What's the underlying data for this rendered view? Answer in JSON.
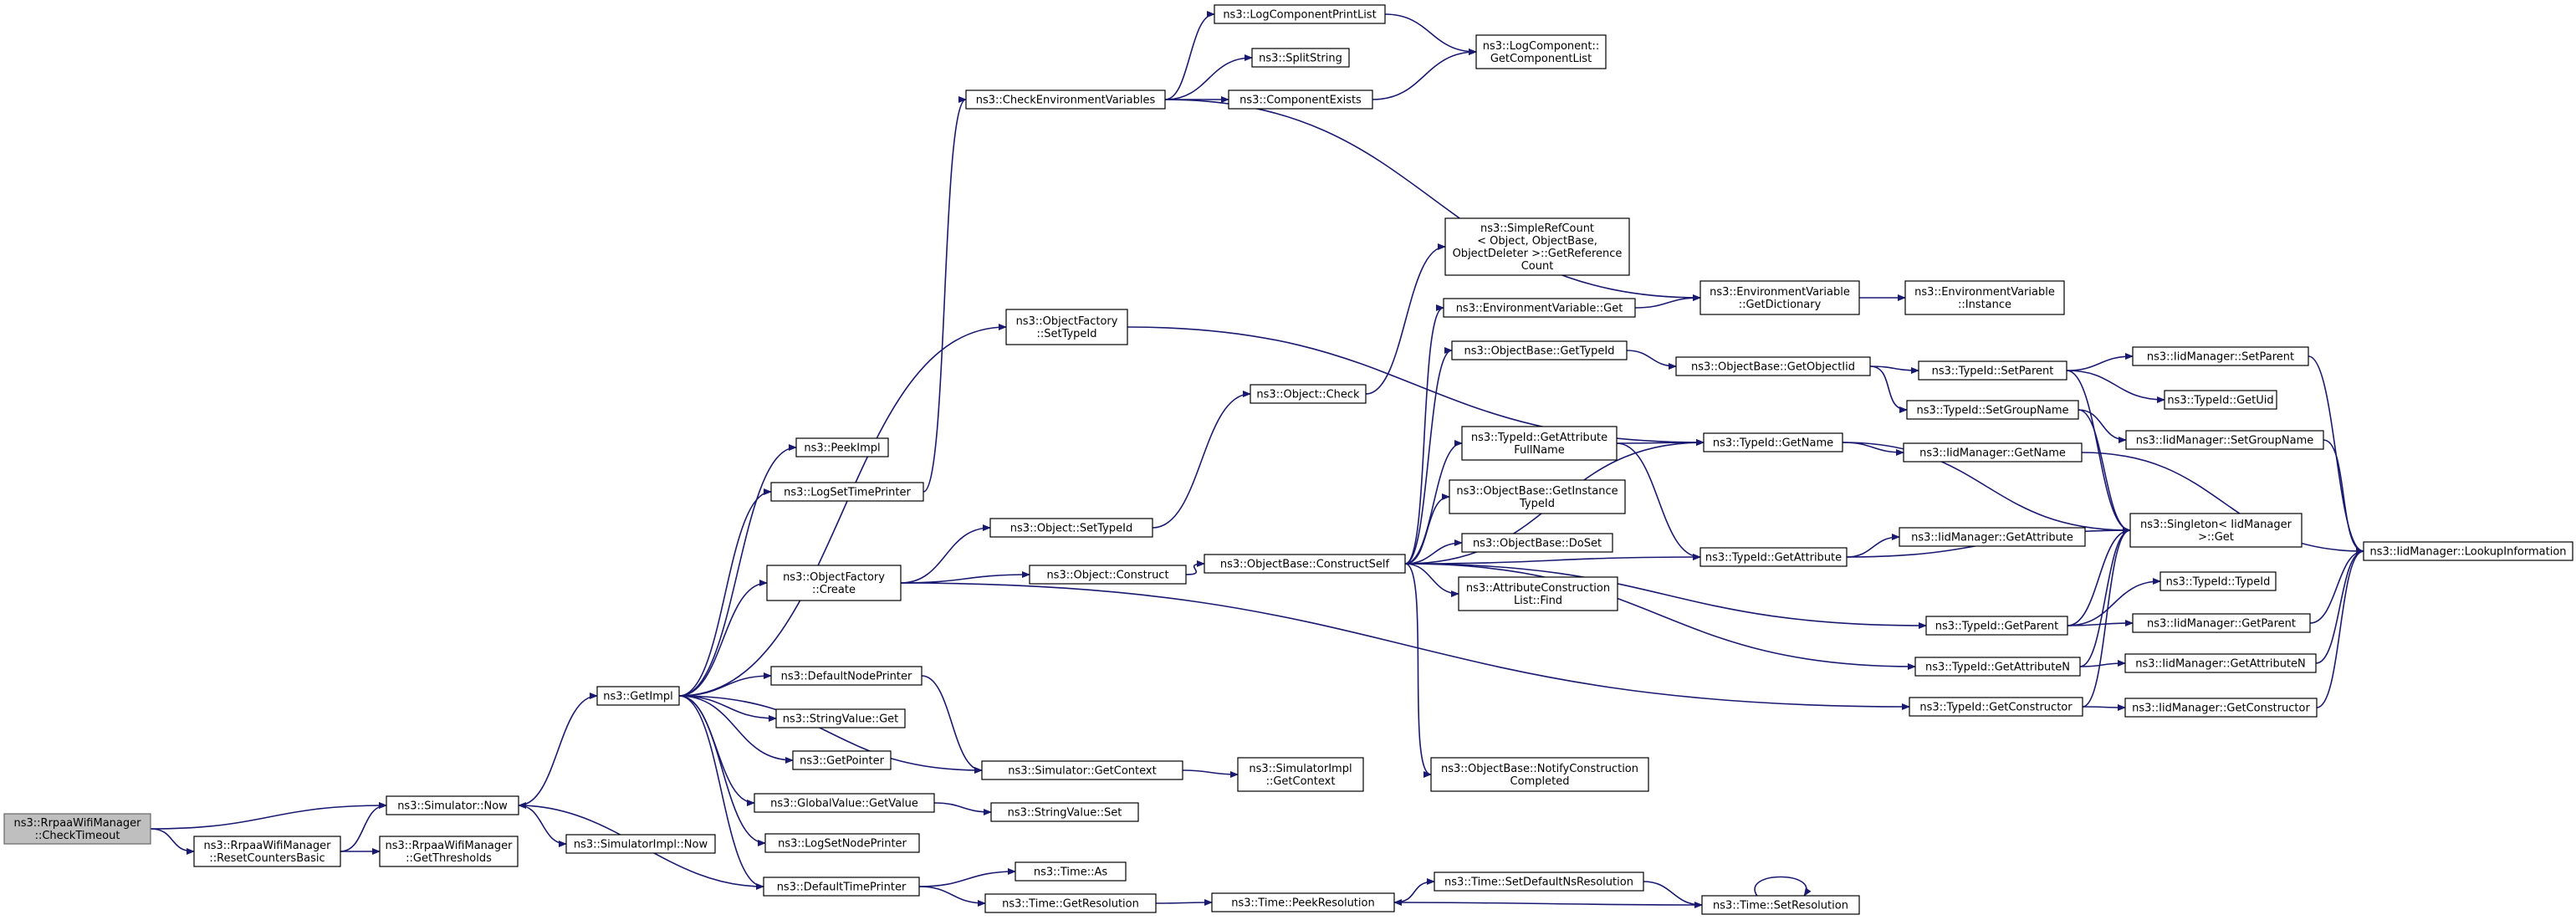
{
  "colors": {
    "edge": "#191970",
    "node_fill": "#ffffff",
    "root_fill": "#bfbfbf",
    "node_border": "#000000"
  },
  "nodes": [
    {
      "id": "checkTimeout",
      "lines": [
        "ns3::RrpaaWifiManager",
        "::CheckTimeout"
      ],
      "root": true
    },
    {
      "id": "resetCounters",
      "lines": [
        "ns3::RrpaaWifiManager",
        "::ResetCountersBasic"
      ]
    },
    {
      "id": "getThresholds",
      "lines": [
        "ns3::RrpaaWifiManager",
        "::GetThresholds"
      ]
    },
    {
      "id": "simNow",
      "lines": [
        "ns3::Simulator::Now"
      ]
    },
    {
      "id": "simImplNow",
      "lines": [
        "ns3::SimulatorImpl::Now"
      ]
    },
    {
      "id": "getImpl",
      "lines": [
        "ns3::GetImpl"
      ]
    },
    {
      "id": "peekImpl",
      "lines": [
        "ns3::PeekImpl"
      ]
    },
    {
      "id": "logSetTimePrinter",
      "lines": [
        "ns3::LogSetTimePrinter"
      ]
    },
    {
      "id": "checkEnv",
      "lines": [
        "ns3::CheckEnvironmentVariables"
      ]
    },
    {
      "id": "logCompPrintList",
      "lines": [
        "ns3::LogComponentPrintList"
      ]
    },
    {
      "id": "splitString",
      "lines": [
        "ns3::SplitString"
      ]
    },
    {
      "id": "componentExists",
      "lines": [
        "ns3::ComponentExists"
      ]
    },
    {
      "id": "logCompGetList",
      "lines": [
        "ns3::LogComponent::",
        "GetComponentList"
      ]
    },
    {
      "id": "envGetDict",
      "lines": [
        "ns3::EnvironmentVariable",
        "::GetDictionary"
      ]
    },
    {
      "id": "envInstance",
      "lines": [
        "ns3::EnvironmentVariable",
        "::Instance"
      ]
    },
    {
      "id": "ofSetTypeId",
      "lines": [
        "ns3::ObjectFactory",
        "::SetTypeId"
      ]
    },
    {
      "id": "ofCreate",
      "lines": [
        "ns3::ObjectFactory",
        "::Create"
      ]
    },
    {
      "id": "objSetTypeId",
      "lines": [
        "ns3::Object::SetTypeId"
      ]
    },
    {
      "id": "objConstruct",
      "lines": [
        "ns3::Object::Construct"
      ]
    },
    {
      "id": "objCheck",
      "lines": [
        "ns3::Object::Check"
      ]
    },
    {
      "id": "simpleRefCount",
      "lines": [
        "ns3::SimpleRefCount",
        "< Object, ObjectBase,",
        "ObjectDeleter >::GetReference",
        "Count"
      ]
    },
    {
      "id": "defaultNodePrinter",
      "lines": [
        "ns3::DefaultNodePrinter"
      ]
    },
    {
      "id": "stringValueGet",
      "lines": [
        "ns3::StringValue::Get"
      ]
    },
    {
      "id": "getPointer",
      "lines": [
        "ns3::GetPointer"
      ]
    },
    {
      "id": "simGetContext",
      "lines": [
        "ns3::Simulator::GetContext"
      ]
    },
    {
      "id": "simImplGetContext",
      "lines": [
        "ns3::SimulatorImpl",
        "::GetContext"
      ]
    },
    {
      "id": "globalValueGetValue",
      "lines": [
        "ns3::GlobalValue::GetValue"
      ]
    },
    {
      "id": "stringValueSet",
      "lines": [
        "ns3::StringValue::Set"
      ]
    },
    {
      "id": "logSetNodePrinter",
      "lines": [
        "ns3::LogSetNodePrinter"
      ]
    },
    {
      "id": "defaultTimePrinter",
      "lines": [
        "ns3::DefaultTimePrinter"
      ]
    },
    {
      "id": "timeAs",
      "lines": [
        "ns3::Time::As"
      ]
    },
    {
      "id": "timeGetResolution",
      "lines": [
        "ns3::Time::GetResolution"
      ]
    },
    {
      "id": "timePeekResolution",
      "lines": [
        "ns3::Time::PeekResolution"
      ]
    },
    {
      "id": "timeSetDefaultNs",
      "lines": [
        "ns3::Time::SetDefaultNsResolution"
      ]
    },
    {
      "id": "timeSetResolution",
      "lines": [
        "ns3::Time::SetResolution"
      ]
    },
    {
      "id": "objBaseConstructSelf",
      "lines": [
        "ns3::ObjectBase::ConstructSelf"
      ]
    },
    {
      "id": "envGet",
      "lines": [
        "ns3::EnvironmentVariable::Get"
      ]
    },
    {
      "id": "objBaseGetTypeId",
      "lines": [
        "ns3::ObjectBase::GetTypeId"
      ]
    },
    {
      "id": "typeIdGetAttrFullName",
      "lines": [
        "ns3::TypeId::GetAttribute",
        "FullName"
      ]
    },
    {
      "id": "objBaseGetInstanceTypeId",
      "lines": [
        "ns3::ObjectBase::GetInstance",
        "TypeId"
      ]
    },
    {
      "id": "objBaseDoSet",
      "lines": [
        "ns3::ObjectBase::DoSet"
      ]
    },
    {
      "id": "attrConstructionListFind",
      "lines": [
        "ns3::AttributeConstruction",
        "List::Find"
      ]
    },
    {
      "id": "objBaseNotify",
      "lines": [
        "ns3::ObjectBase::NotifyConstruction",
        "Completed"
      ]
    },
    {
      "id": "objBaseGetObjectIid",
      "lines": [
        "ns3::ObjectBase::GetObjectIid"
      ]
    },
    {
      "id": "typeIdGetName",
      "lines": [
        "ns3::TypeId::GetName"
      ]
    },
    {
      "id": "typeIdGetAttribute",
      "lines": [
        "ns3::TypeId::GetAttribute"
      ]
    },
    {
      "id": "typeIdSetParent",
      "lines": [
        "ns3::TypeId::SetParent"
      ]
    },
    {
      "id": "typeIdSetGroupName",
      "lines": [
        "ns3::TypeId::SetGroupName"
      ]
    },
    {
      "id": "typeIdGetParent",
      "lines": [
        "ns3::TypeId::GetParent"
      ]
    },
    {
      "id": "typeIdGetAttributeN",
      "lines": [
        "ns3::TypeId::GetAttributeN"
      ]
    },
    {
      "id": "typeIdGetConstructor",
      "lines": [
        "ns3::TypeId::GetConstructor"
      ]
    },
    {
      "id": "iidSetParent",
      "lines": [
        "ns3::IidManager::SetParent"
      ]
    },
    {
      "id": "typeIdGetUid",
      "lines": [
        "ns3::TypeId::GetUid"
      ]
    },
    {
      "id": "iidSetGroupName",
      "lines": [
        "ns3::IidManager::SetGroupName"
      ]
    },
    {
      "id": "iidGetName",
      "lines": [
        "ns3::IidManager::GetName"
      ]
    },
    {
      "id": "singletonGet",
      "lines": [
        "ns3::Singleton< IidManager",
        " >::Get"
      ]
    },
    {
      "id": "iidGetAttribute",
      "lines": [
        "ns3::IidManager::GetAttribute"
      ]
    },
    {
      "id": "typeIdTypeId",
      "lines": [
        "ns3::TypeId::TypeId"
      ]
    },
    {
      "id": "iidGetParent",
      "lines": [
        "ns3::IidManager::GetParent"
      ]
    },
    {
      "id": "iidGetAttributeN",
      "lines": [
        "ns3::IidManager::GetAttributeN"
      ]
    },
    {
      "id": "iidGetConstructor",
      "lines": [
        "ns3::IidManager::GetConstructor"
      ]
    },
    {
      "id": "iidLookupInformation",
      "lines": [
        "ns3::IidManager::LookupInformation"
      ]
    }
  ]
}
